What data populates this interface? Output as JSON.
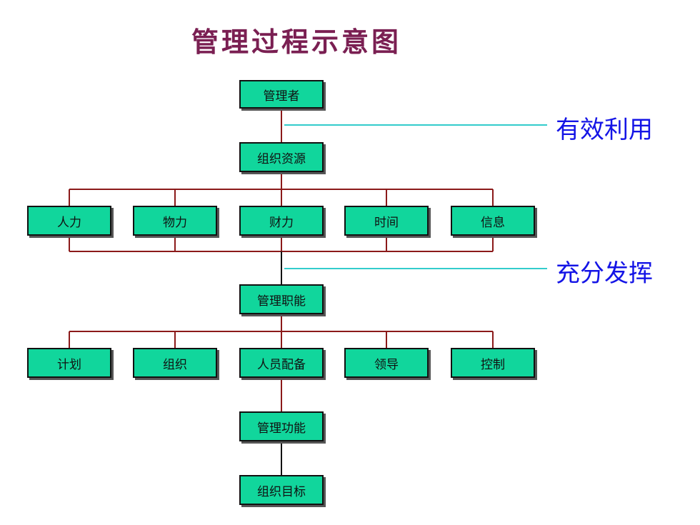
{
  "title": "管理过程示意图",
  "nodes": {
    "manager": "管理者",
    "resources": "组织资源",
    "resource_items": [
      "人力",
      "物力",
      "财力",
      "时间",
      "信息"
    ],
    "functions": "管理职能",
    "function_items": [
      "计划",
      "组织",
      "人员配备",
      "领导",
      "控制"
    ],
    "effect": "管理功能",
    "goal": "组织目标"
  },
  "side_labels": {
    "use": "有效利用",
    "play": "充分发挥"
  },
  "colors": {
    "box_fill": "#11d69c",
    "connector": "#8b1a1a",
    "side_line": "#33cccc",
    "side_text": "#1414e6",
    "title": "#7a1f52"
  }
}
